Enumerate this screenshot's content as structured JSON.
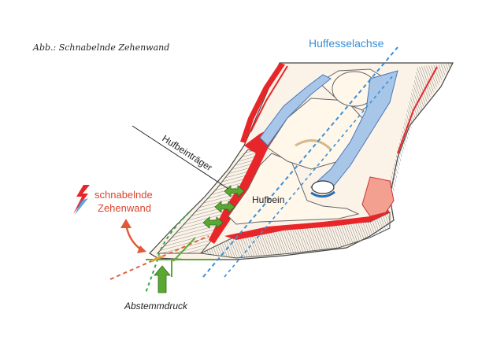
{
  "caption": "Abb.: Schnabelnde Zehenwand",
  "labels": {
    "axis": "Huffesselachse",
    "carrier": "Hufbeinträger",
    "coffin_bone": "Hufbein",
    "condition_line1": "schnabelnde",
    "condition_line2": "Zehenwand",
    "pressure": "Abstemmdruck"
  },
  "colors": {
    "axis_line": "#3a8fd6",
    "wall_line": "#e05a3a",
    "ground_line": "#33a84a",
    "arrow": "#5aa832",
    "laminae": "#e8262a",
    "label_red": "#d9452e",
    "label_blue": "#3a8fd6"
  },
  "icons": [
    "lightning-icon",
    "double-arrow-icon",
    "up-arrow-icon"
  ]
}
